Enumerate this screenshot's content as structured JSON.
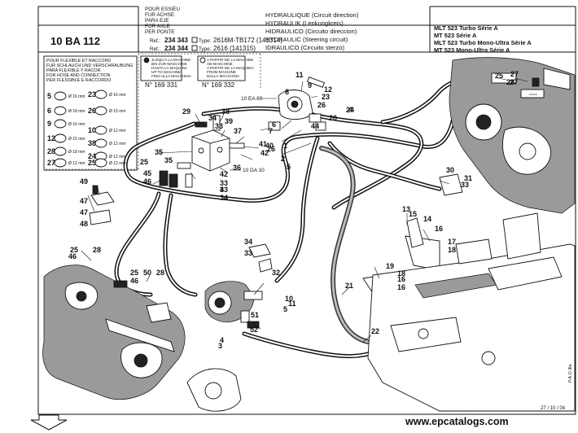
{
  "header": {
    "code": "10 BA 112",
    "applicability": [
      "POUR ESSIEU",
      "FUR ACHSE",
      "PARA EJE",
      "FOR AXLE",
      "PER PONTE"
    ],
    "ref_prefix": "Ref.:",
    "type_prefix": "Type:",
    "refs": [
      {
        "ref": "234 343",
        "type": "2616M-TB172 (141314)"
      },
      {
        "ref": "234 344",
        "type": "2616 (141315)"
      }
    ],
    "titles": [
      "HYDRAULIQUE (Circuit direction)",
      "HYDRAULIK (Lenkungkreis)",
      "HIDRAULICO (Circuito direccion)",
      "HYDRAULIC (Steering circuit)",
      "IDRAULICO (Circuito sterzo)"
    ],
    "models": [
      "MLT 523 Turbo Série A",
      "MT 523 Série A",
      "MLT 523 Turbo Mono-Ultra Série A",
      "MT 523 Mono-Ultra Série A"
    ]
  },
  "hose_legend": {
    "title": [
      "POUR FLEXIBLE ET RACCORD",
      "FUR SCHLAUCH UND VERSCHRAUBUNG",
      "PARA FLEXIBLE Y RACOR",
      "FOR HOSE AND CONNECTION",
      "PER FLESSIBLE E RACCORDO"
    ],
    "sizes": [
      {
        "index": "5",
        "mm": "Ø 16 mm"
      },
      {
        "index": "6",
        "mm": "Ø 18 mm"
      },
      {
        "index": "9",
        "mm": "Ø 16 mm"
      },
      {
        "index": "12",
        "mm": "Ø 15 mm"
      },
      {
        "index": "28",
        "mm": "Ø 18 mm"
      },
      {
        "index": "23",
        "mm": "Ø 16 mm"
      },
      {
        "index": "26",
        "mm": "Ø 15 mm"
      },
      {
        "index": "10",
        "mm": "Ø 12 mm"
      },
      {
        "index": "38",
        "mm": "Ø 12 mm"
      },
      {
        "index": "24",
        "mm": "Ø 12 mm"
      },
      {
        "index": "25",
        "mm": "Ø 12 mm"
      },
      {
        "index": "27",
        "mm": "Ø 12 mm"
      }
    ]
  },
  "serial_notes": {
    "until": {
      "lines": [
        "JUSQU'A LA MACHINE",
        "BIS ZUR MASCHINE",
        "HASTA LA MAQUINA",
        "UP TO MACHINE",
        "FINO ALLA MACCHINA"
      ],
      "number": "N° 169 331"
    },
    "from": {
      "lines": [
        "A PARTIR DE LA MACHINE",
        "AB MASCHINE",
        "A PARTIR DE LA MAQUINA",
        "FROM MACHINE",
        "DALLA MACCHINA"
      ],
      "number": "N° 169 332"
    }
  },
  "callouts": [
    "1",
    "2",
    "3",
    "4",
    "5",
    "6",
    "7",
    "8",
    "9",
    "10",
    "11",
    "12",
    "13",
    "14",
    "15",
    "16",
    "17",
    "18",
    "19",
    "20",
    "21",
    "22",
    "23",
    "24",
    "25",
    "26",
    "27",
    "28",
    "29",
    "30",
    "31",
    "32",
    "33",
    "34",
    "35",
    "36",
    "37",
    "38",
    "39",
    "40",
    "41",
    "42",
    "43",
    "44",
    "45",
    "46",
    "47",
    "48",
    "49",
    "50",
    "51",
    "52"
  ],
  "refs_links": {
    "ea89": "10 EA 89",
    "da10": "10 DA 10"
  },
  "footer": {
    "date": "27 / 10 / 04",
    "side": "P.A.O Ille.",
    "watermark": "www.epcatalogs.com"
  }
}
